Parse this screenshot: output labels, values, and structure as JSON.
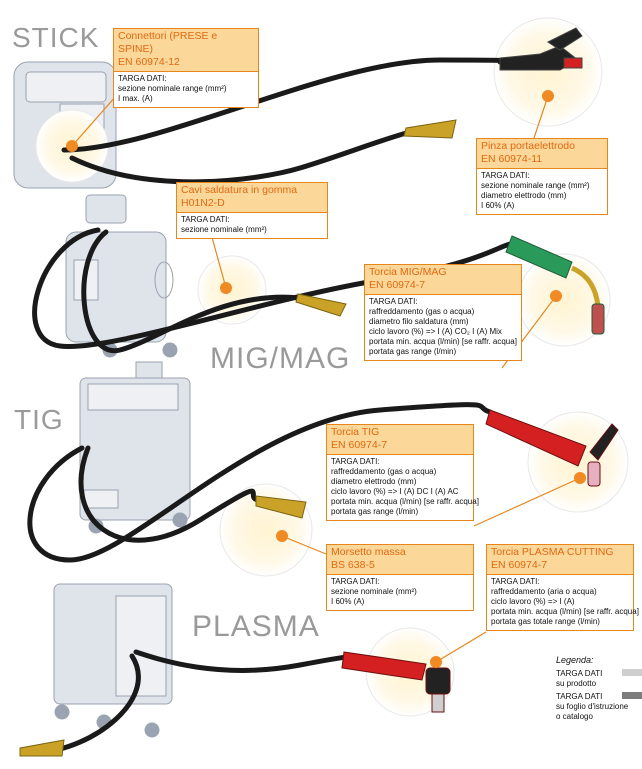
{
  "processes": {
    "stick": "STICK",
    "mig": "MIG/MAG",
    "tig": "TIG",
    "plasma": "PLASMA"
  },
  "boxes": {
    "connettori": {
      "title": [
        "Connettori (PRESE e SPINE)",
        "EN 60974-12"
      ],
      "lines": [
        "TARGA DATI:",
        "sezione nominale range (mm²)",
        "I max. (A)"
      ]
    },
    "pinza": {
      "title": [
        "Pinza portaelettrodo",
        " EN 60974-11"
      ],
      "lines": [
        "TARGA DATI:",
        "sezione nominale range (mm²)",
        "diametro elettrodo (mm)",
        "I 60% (A)"
      ]
    },
    "cavi": {
      "title": [
        "Cavi saldatura in gomma",
        "H01N2-D"
      ],
      "lines": [
        "TARGA DATI:",
        "sezione nominale (mm²)"
      ]
    },
    "torcia_mig": {
      "title": [
        "Torcia MIG/MAG",
        "EN 60974-7"
      ],
      "lines": [
        "TARGA DATI:",
        "raffreddamento (gas o acqua)",
        "diametro filo saldatura (mm)",
        "ciclo lavoro (%) => I (A) CO₂ I (A) Mix",
        "portata min. acqua (l/min) [se raffr. acqua]",
        "portata gas range (l/min)"
      ]
    },
    "torcia_tig": {
      "title": [
        "Torcia TIG",
        "EN 60974-7"
      ],
      "lines": [
        "TARGA DATI:",
        "raffreddamento (gas o acqua)",
        "diametro elettrodo (mm)",
        "ciclo lavoro (%) => I (A) DC I (A) AC",
        "portata min. acqua (l/min) [se raffr. acqua]",
        "portata gas range (l/min)"
      ]
    },
    "morsetto": {
      "title": [
        "Morsetto massa",
        "BS 638-5"
      ],
      "lines": [
        "TARGA DATI:",
        "sezione nominale (mm²)",
        "I 60% (A)"
      ]
    },
    "torcia_plasma": {
      "title": [
        "Torcia PLASMA CUTTING",
        "EN 60974-7"
      ],
      "lines": [
        "TARGA DATI:",
        "raffreddamento (aria o acqua)",
        "ciclo lavoro (%) => I (A)",
        "portata min. acqua (l/min) [se raffr. acqua]",
        "portata gas totale range (l/min)"
      ]
    }
  },
  "legend": {
    "title": "Legenda:",
    "items": [
      {
        "lines": [
          "TARGA DATI",
          "su prodotto"
        ],
        "color": "#cfcfcf"
      },
      {
        "lines": [
          "TARGA DATI",
          "su foglio d'istruzione",
          "o catalogo"
        ],
        "color": "#7d7d7d"
      }
    ]
  },
  "colors": {
    "accent": "#e8861e",
    "header_fill": "#fbd79a",
    "header_text": "#e06a10",
    "machine": "#d9dde6",
    "cable": "#1a1a1a",
    "clamp": "#c9a227",
    "holder_red": "#d42020",
    "mig_torch": "#2a9a5a"
  }
}
